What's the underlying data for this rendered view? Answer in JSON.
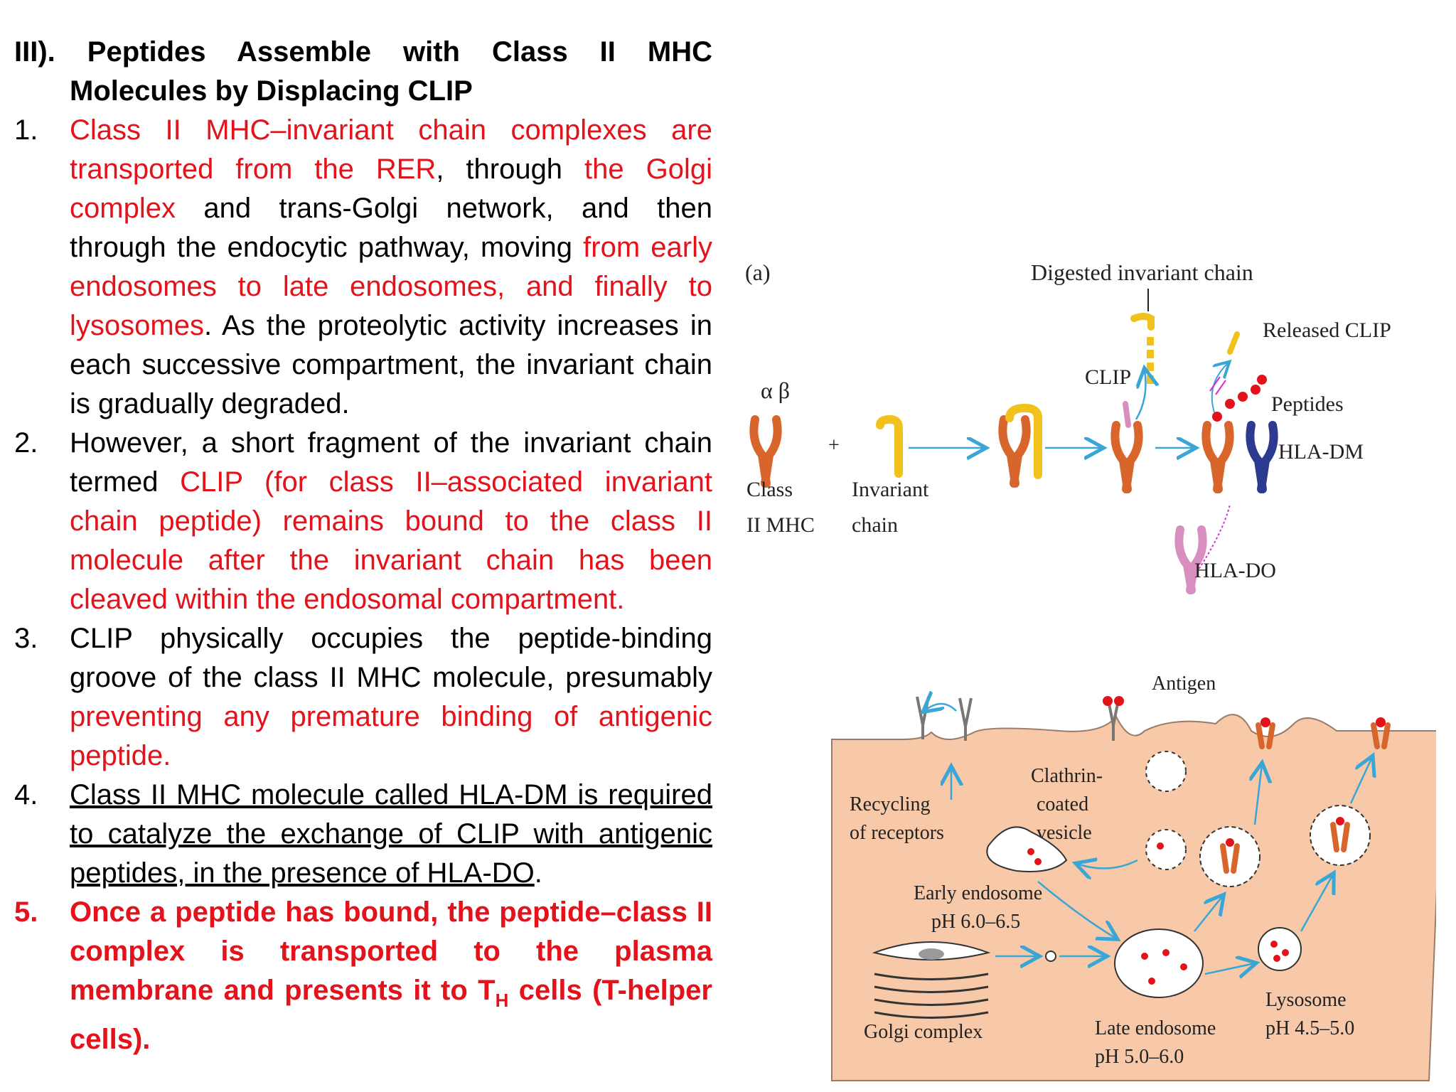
{
  "heading": {
    "number": "III).",
    "line1": "Peptides Assemble with Class II MHC",
    "line2": "Molecules by Displacing CLIP"
  },
  "items": [
    {
      "num": "1.",
      "segments": [
        {
          "text": "Class II MHC–invariant chain complexes are transported from the RER",
          "style": "red"
        },
        {
          "text": ", through ",
          "style": "plain"
        },
        {
          "text": "the Golgi complex",
          "style": "red"
        },
        {
          "text": " and trans-Golgi network, and then through the endocytic pathway, moving ",
          "style": "plain"
        },
        {
          "text": "from early endosomes to late endosomes, and finally to lysosomes",
          "style": "red"
        },
        {
          "text": ". As the proteolytic activity increases in each successive compartment, the invariant chain is gradually degraded.",
          "style": "plain"
        }
      ]
    },
    {
      "num": "2.",
      "segments": [
        {
          "text": "However, a short fragment of the invariant chain termed ",
          "style": "plain"
        },
        {
          "text": "CLIP (for class II–associated invariant chain peptide) remains bound to the class II molecule after the invariant chain has been cleaved within the endosomal compartment.",
          "style": "red"
        }
      ]
    },
    {
      "num": "3.",
      "segments": [
        {
          "text": "CLIP physically occupies the peptide-binding groove of the class II MHC molecule, presumably ",
          "style": "plain"
        },
        {
          "text": "preventing any premature binding of antigenic peptide.",
          "style": "red"
        }
      ]
    },
    {
      "num": "4.",
      "segments": [
        {
          "text": "Class II MHC molecule called HLA-DM is required to catalyze the exchange of CLIP with antigenic peptides, in the presence of HLA-DO",
          "style": "underline"
        },
        {
          "text": ".",
          "style": "plain"
        }
      ]
    },
    {
      "num": "5.",
      "segments": [
        {
          "text": "Once a peptide has bound, the peptide–class II complex is transported to the plasma membrane and presents it to T",
          "style": "red-bold"
        },
        {
          "text": "H",
          "style": "red-bold-sub"
        },
        {
          "text": " cells (T-helper cells).",
          "style": "red-bold"
        }
      ]
    }
  ],
  "figure_a": {
    "panel_label": "(a)",
    "alpha_beta": "α β",
    "plus": "+",
    "class_mhc": [
      "Class",
      "II  MHC"
    ],
    "invariant": [
      "Invariant",
      "chain"
    ],
    "digested": "Digested invariant chain",
    "clip": "CLIP",
    "released_clip": "Released CLIP",
    "peptides": "Peptides",
    "hla_dm": "HLA-DM",
    "hla_do": "HLA-DO"
  },
  "figure_b": {
    "antigen": "Antigen",
    "clathrin": [
      "Clathrin-",
      "coated",
      "vesicle"
    ],
    "recycling": [
      "Recycling",
      "of receptors"
    ],
    "early_endosome": [
      "Early endosome",
      "pH 6.0–6.5"
    ],
    "golgi": "Golgi complex",
    "late_endosome": [
      "Late endosome",
      "pH 5.0–6.0"
    ],
    "lysosome": [
      "Lysosome",
      "pH 4.5–5.0"
    ]
  },
  "colors": {
    "red_text": "#e3121b",
    "mhc_orange": "#d8652c",
    "invariant_yellow": "#f1c21b",
    "hla_dm_blue": "#2c3a8f",
    "hla_do_pink": "#d88fbf",
    "arrow_cyan": "#39a6d6",
    "cell_peach": "#f7c9a8"
  }
}
